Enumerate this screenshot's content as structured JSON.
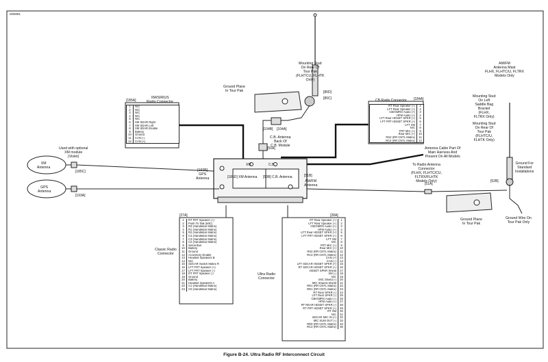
{
  "doc_id": "el00081",
  "caption": "Figure B-24. Ultra Radio RF Interconnect Circuit",
  "labels": {
    "mounting_stud_top": "Mounting Stud\nOn Rear Of\nTour Pak\n(FLHTCU, FLHTK\nOnly)",
    "ground_plane_top": "Ground Plane\nIn Tour Pak",
    "c80d": "[80D]",
    "c80c": "[80C]",
    "c104b": "[104B]",
    "c104a": "[104A]",
    "cb_antenna": "C.B. Antenna\nBack Of\nC.B. Module",
    "c50a": "[50A]",
    "c185a": "[185A]",
    "xm_conn_title": "XM/SIRIUS\nRadio Connector",
    "xm_used": "Used with optional\nXM module\n(Violet)",
    "xm_antenna": "XM\nAntenna",
    "c185c": "[185C]",
    "gps_antenna": "GPS\nAntenna",
    "c193a": "[193A]",
    "c193b": "[193B]",
    "gps_antenna2": "GPS\nAntenna",
    "c185d_xm": "[185D] XM Antenna",
    "c50b_cb": "[50B] C.B. Antenna",
    "xm_port": "XM",
    "cb_port": "C.B.",
    "c51b": "[51B]",
    "amfm_antenna": "AM/FM\nAntenna",
    "c184a": "[184A]",
    "cb_conn_title": "CB Radio Connector",
    "am_fm_mast": "AM/FM\nAntenna Mast\nFLHX, FLHTC/U, FLTRX\nModels Only",
    "mount_saddle": "Mounting Stud\nOn Left\nSaddle Bag\nBracket\n(FLHX,\nFLTRX Only)",
    "mount_tourpak": "Mounting Stud\nOn Rear Of\nTour Pak\n(FLHTC/U,\nFLHTK Only)",
    "ground_standard": "Ground For\nStandard\nInstallations",
    "cable_part": "Antenna Cable Part Of\nMain Harness And\nPresent On All Models",
    "to_radio_ant": "To Radio Antenna\nConnector\n(FLHX, FLHTC/CU,\nFLTRX/FLHTK\nModels Only)",
    "c51a": "[51A]",
    "c52b": "[52B]",
    "ground_plane_bottom": "Ground Plane\nIn Tour Pak",
    "ground_wire": "Ground Wire On\nTour Pak Only",
    "c27a": "[27A]",
    "classic_conn": "Classic Radio\nConnector",
    "c28a": "[28A]",
    "ultra_conn": "Ultra Radio\nConnector"
  },
  "xm_connector": {
    "rows": [
      [
        "1",
        "N/C"
      ],
      [
        "2",
        "N/C"
      ],
      [
        "3",
        "N/C"
      ],
      [
        "4",
        "N/C"
      ],
      [
        "5",
        "N/C"
      ],
      [
        "6",
        "XM SDAR Right"
      ],
      [
        "7",
        "XM SDAR Left"
      ],
      [
        "8",
        "XM SDAR Enable"
      ],
      [
        "9",
        "Battery"
      ],
      [
        "10",
        "Ground"
      ],
      [
        "11",
        "CAN (-)"
      ],
      [
        "12",
        "CAN (+)"
      ]
    ]
  },
  "cb_connector": {
    "rows": [
      [
        "RT Rear Speaker (+)",
        "1"
      ],
      [
        "LFT Rear Speaker (+)",
        "2"
      ],
      [
        "CB/GMRS Audio (+)",
        "3"
      ],
      [
        "HFM Audio (+)",
        "4"
      ],
      [
        "LFT Rear HDSET SPKR (+)",
        "5"
      ],
      [
        "LFT FRT HDSET SPKR (+)",
        "6"
      ],
      [
        "LFT XM",
        "7"
      ],
      [
        "N/C",
        "8"
      ],
      [
        "FRT MIC (+)",
        "9"
      ],
      [
        "Rear MIC (+)",
        "10"
      ],
      [
        "RS2 (RR CNTL Matrix)",
        "11"
      ],
      [
        "RC4 (RR CNTL Matrix)",
        "12"
      ]
    ]
  },
  "classic_connector": {
    "rows": [
      [
        "1",
        "RT FRT Speaker (+)"
      ],
      [
        "2",
        "Push To Talk (MIC)"
      ],
      [
        "3",
        "R3 (Handlebar Matrix)"
      ],
      [
        "4",
        "R1 (Handlebar Matrix)"
      ],
      [
        "5",
        "R2 (Handlebar Matrix)"
      ],
      [
        "6",
        "C4 (Handlebar Matrix)"
      ],
      [
        "7",
        "C3 (Handlebar Matrix)"
      ],
      [
        "8",
        "C2 (Handlebar Matrix)"
      ],
      [
        "9",
        "Serial Bus"
      ],
      [
        "10",
        "Battery"
      ],
      [
        "11",
        "Ground"
      ],
      [
        "12",
        "Accessory Enable"
      ],
      [
        "13",
        "Headset Speakers B"
      ],
      [
        "14",
        "N/C"
      ],
      [
        "15",
        "SDCAR Switch Matrix R"
      ],
      [
        "16",
        "LFT FRT Speaker (+)"
      ],
      [
        "17",
        "LFT FRT Speaker (-)"
      ],
      [
        "18",
        "RT FRT Speaker (-)"
      ],
      [
        "19",
        "Ground"
      ],
      [
        "20",
        "Battery"
      ],
      [
        "21",
        "Headset Speakers A"
      ],
      [
        "22",
        "C1 (Handlebar Matrix)"
      ],
      [
        "23",
        "C0 (Handlebar Matrix)"
      ]
    ]
  },
  "ultra_connector": {
    "rows": [
      [
        "RT Rear Speaker (+)",
        "1"
      ],
      [
        "LFT Rear Speaker (+)",
        "2"
      ],
      [
        "CB/GMRS Audio (+)",
        "3"
      ],
      [
        "HFM Audio (+)",
        "4"
      ],
      [
        "LFT Rear HDSET SPKR (+)",
        "5"
      ],
      [
        "LFT FRT HDSET SPKR (+)",
        "6"
      ],
      [
        "LFT XM",
        "7"
      ],
      [
        "N/C",
        "8"
      ],
      [
        "FRT MIC (+)",
        "9"
      ],
      [
        "Rear MIC (+)",
        "10"
      ],
      [
        "RS2 (RR CNTL Matrix)",
        "11"
      ],
      [
        "RC4 (RR CNTL Matrix)",
        "12"
      ],
      [
        "CAN (+)",
        "13"
      ],
      [
        "CAN (-)",
        "14"
      ],
      [
        "LFT SDCAR HDSET SPKR (+)",
        "15"
      ],
      [
        "RT SDCAR HDSET SPKR (+)",
        "16"
      ],
      [
        "HDSET SPKR Shield",
        "17"
      ],
      [
        "XM (-)",
        "18"
      ],
      [
        "N/C",
        "19"
      ],
      [
        "MIC Shield (-)",
        "20"
      ],
      [
        "MIC Shared Shield",
        "21"
      ],
      [
        "RR1 (RR CNTL Matrix)",
        "22"
      ],
      [
        "RR1 (RR CNTL Matrix)",
        "23"
      ],
      [
        "RT Rear SPKR (-)",
        "24"
      ],
      [
        "LFT Rear SPKR (-)",
        "25"
      ],
      [
        "CB/GMRS Audio (-)",
        "26"
      ],
      [
        "HFM Audio (-)",
        "27"
      ],
      [
        "RT REAR HDSET SPKR (-)",
        "28"
      ],
      [
        "RT FRT HDSET SPKR (+)",
        "29"
      ],
      [
        "RT XM",
        "30"
      ],
      [
        "N/C",
        "31"
      ],
      [
        "SDCAR MIC IN (+)",
        "32"
      ],
      [
        "MIC SUM OUT (-)",
        "33"
      ],
      [
        "RR0 (RR CNTL Matrix)",
        "34"
      ],
      [
        "RC2 (RR CNTL Matrix)",
        "35"
      ]
    ]
  }
}
